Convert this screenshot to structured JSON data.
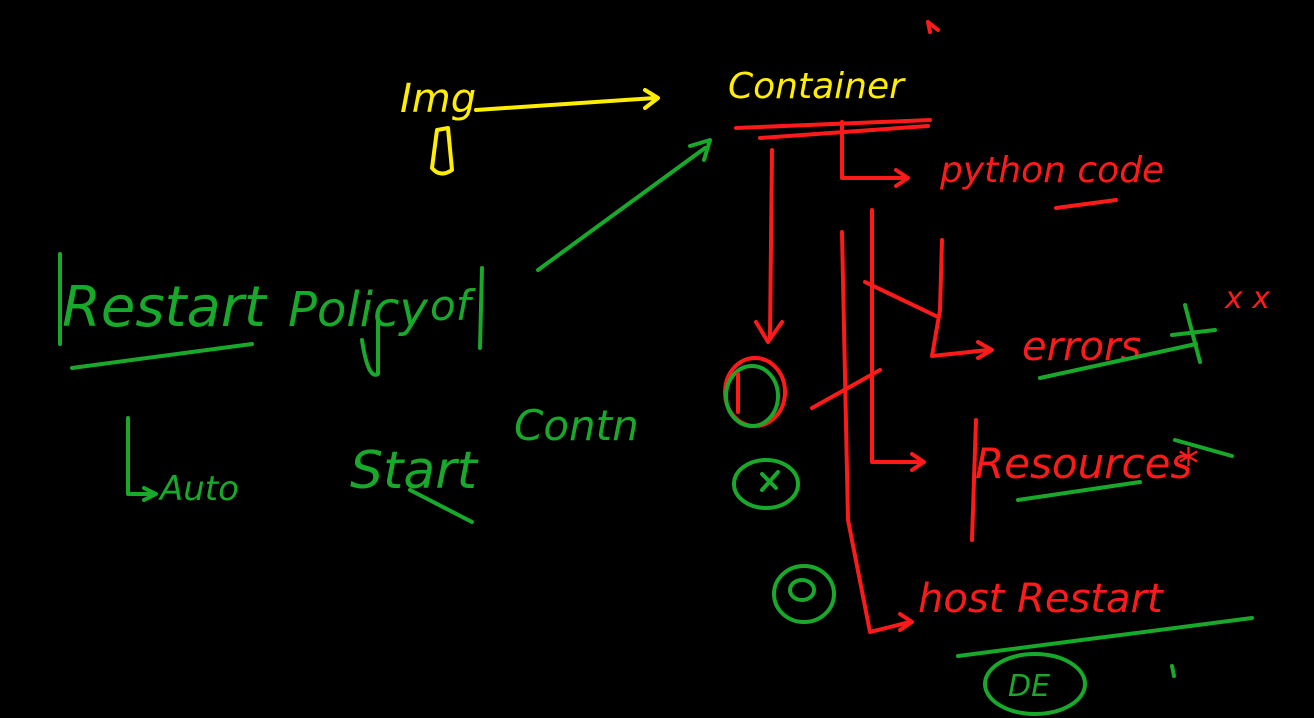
{
  "colors": {
    "background": "#000000",
    "yellow": "#ffee00",
    "red": "#ff1a1a",
    "green": "#18a82a"
  },
  "labels": {
    "img": "Img",
    "container": "Container",
    "python_code": "python code",
    "errors": "errors",
    "resources": "Resources",
    "host_restart": "host Restart",
    "de": "DE",
    "restart": "Restart",
    "policy": "Policy",
    "of": "of",
    "auto": "Auto",
    "start": "Start",
    "container_short": "Contn"
  },
  "marks": {
    "x_marks": "x x",
    "star_mark": "*"
  }
}
